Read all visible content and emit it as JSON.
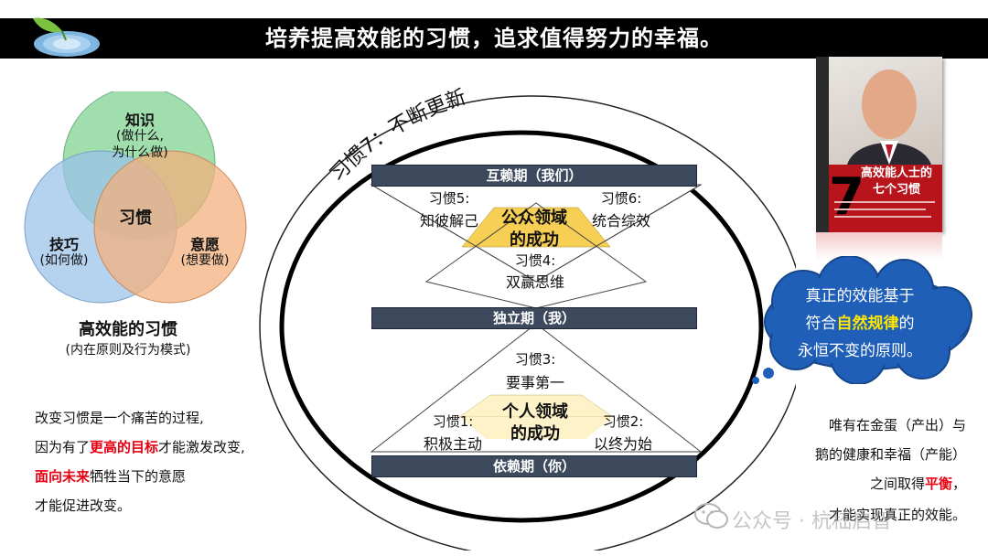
{
  "header": {
    "title": "培养提高效能的习惯，追求值得努力的幸福。"
  },
  "venn": {
    "knowledge_title": "知识",
    "knowledge_sub1": "(做什么,",
    "knowledge_sub2": "为什么做)",
    "skill_title": "技巧",
    "skill_sub": "(如何做)",
    "will_title": "意愿",
    "will_sub": "(想要做)",
    "center": "习惯",
    "caption_title": "高效能的习惯",
    "caption_sub": "(内在原则及行为模式)",
    "colors": {
      "knowledge": "#8fd8a0",
      "skill": "#9cc3e8",
      "will": "#f3b07e"
    }
  },
  "change": {
    "line1": "改变习惯是一个痛苦的过程,",
    "line2_a": "因为有了",
    "line2_red": "更高的目标",
    "line2_b": "才能激发改变,",
    "line3_red": "面向未来",
    "line3_b": "牺牲当下的意愿",
    "line4": "才能促进改变。"
  },
  "habits": {
    "habit7": "习惯7：不断更新",
    "interdependence": "互赖期（我们）",
    "independence": "独立期（我）",
    "dependence": "依赖期（你）",
    "h5_label": "习惯5:",
    "h5_text": "知彼解己",
    "h6_label": "习惯6:",
    "h6_text": "统合综效",
    "public_1": "公众领域",
    "public_2": "的成功",
    "h4_label": "习惯4:",
    "h4_text": "双赢思维",
    "h3_label": "习惯3:",
    "h3_text": "要事第一",
    "private_1": "个人领域",
    "private_2": "的成功",
    "h1_label": "习惯1:",
    "h1_text": "积极主动",
    "h2_label": "习惯2:",
    "h2_text": "以终为始"
  },
  "book": {
    "cover_title_1": "高效能人士的",
    "cover_title_2": "七个习惯",
    "cover_number": "7"
  },
  "cloud": {
    "line1": "真正的效能基于",
    "line2_a": "符合",
    "line2_yel": "自然规律",
    "line2_b": "的",
    "line3": "永恒不变的原则。"
  },
  "balance": {
    "line1": "唯有在金蛋（产出）与",
    "line2": "鹅的健康和幸福（产能）",
    "line3_a": "之间取得",
    "line3_red": "平衡",
    "line3_b": "，",
    "line4": "才能实现真正的效能。"
  },
  "watermark": {
    "text": "公众号 · 杭嵇启智"
  }
}
